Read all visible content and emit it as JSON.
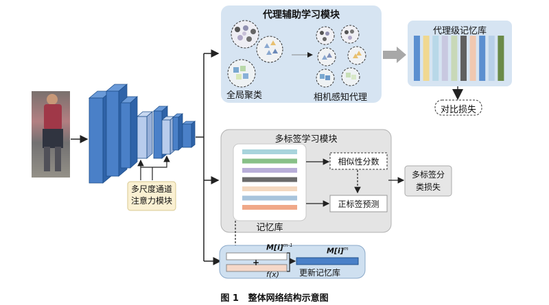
{
  "proxy_module": {
    "title": "代理辅助学习模块",
    "global_cluster_label": "全局聚类",
    "camera_proxy_label": "相机感知代理"
  },
  "proxy_memory": {
    "title": "代理级记忆库",
    "loss_label": "对比损失",
    "bar_colors": [
      "#5b8fd0",
      "#f0d890",
      "#b8d8e8",
      "#c8c8e0",
      "#c8d8b8",
      "#606060",
      "#f0c8b0",
      "#5b8fd0",
      "#b8d0e8",
      "#6a8a48"
    ]
  },
  "attention_module": {
    "label_line1": "多尺度通道",
    "label_line2": "注意力模块"
  },
  "multilabel_module": {
    "title": "多标签学习模块",
    "memory_label": "记忆库",
    "similarity_label": "相似性分数",
    "positive_label": "正标签预测",
    "loss_line1": "多标签分",
    "loss_line2": "类损失",
    "bar_colors": [
      "#a8d4dc",
      "#88c088",
      "#b8aed8",
      "#6a6a6a",
      "#f4d8c0",
      "#a8c4dc",
      "#f0a888"
    ]
  },
  "update": {
    "m_prev": "M[i]",
    "m_prev_sup": "m-1",
    "m_new": "M[i]",
    "m_new_sup": "m",
    "plus": "+",
    "fx": "f(x)",
    "label": "更新记忆库"
  },
  "caption": {
    "fig": "图 1",
    "title": "整体网络结构示意图"
  }
}
